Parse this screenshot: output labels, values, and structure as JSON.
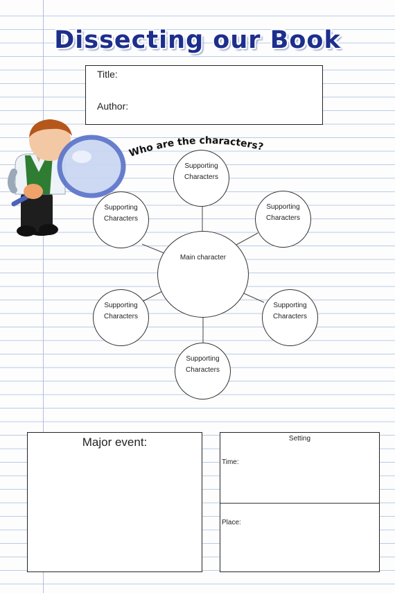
{
  "page": {
    "title": "Dissecting our Book",
    "info": {
      "title_label": "Title:",
      "author_label": "Author:"
    },
    "web_heading": "Who are the characters?",
    "main_character": "Main character",
    "supporting": [
      "Supporting Characters",
      "Supporting Characters",
      "Supporting Characters",
      "Supporting Characters",
      "Supporting Characters",
      "Supporting Characters"
    ],
    "major_event_label": "Major event:",
    "setting": {
      "label": "Setting",
      "time_label": "Time:",
      "place_label": "Place:"
    }
  },
  "icons": {
    "mascot": "magnifying-glass-boy-icon"
  },
  "colors": {
    "title": "#1c2f8c",
    "ruled_lines": "#b9cbe3",
    "margin_line": "#aebfd8",
    "lens": "#5b74c9"
  }
}
